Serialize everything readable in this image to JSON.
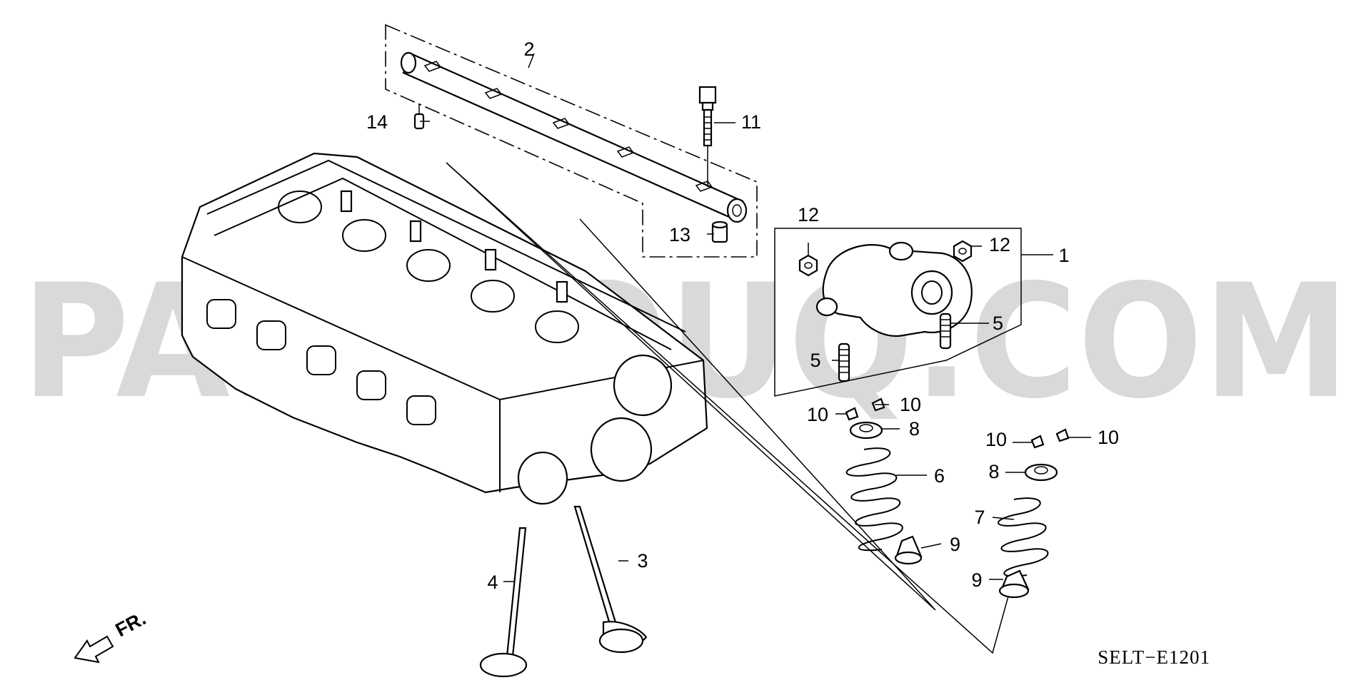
{
  "watermark": "PARTSOUQ.COM",
  "diagram_code": "SELT−E1201",
  "front_marker": "FR.",
  "callouts": {
    "c1": "1",
    "c2": "2",
    "c3": "3",
    "c4": "4",
    "c5a": "5",
    "c5b": "5",
    "c6": "6",
    "c7": "7",
    "c8a": "8",
    "c8b": "8",
    "c9a": "9",
    "c9b": "9",
    "c10a": "10",
    "c10b": "10",
    "c10c": "10",
    "c10d": "10",
    "c11": "11",
    "c12a": "12",
    "c12b": "12",
    "c13": "13",
    "c14": "14"
  },
  "icons": {
    "front_arrow": "arrow-down-left-icon"
  },
  "colors": {
    "line": "#000000",
    "watermark": "#d3d3d3",
    "background": "#ffffff"
  }
}
